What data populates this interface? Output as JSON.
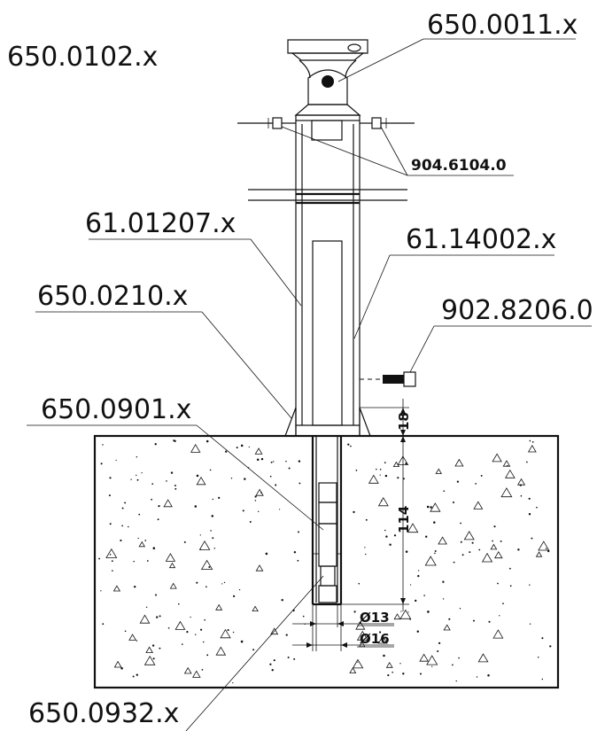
{
  "labels": {
    "title_ref": "650.0102.x",
    "head": "650.0011.x",
    "pins": "904.6104.0",
    "tube_outer": "61.01207.x",
    "tube_inner": "61.14002.x",
    "base_plate": "650.0210.x",
    "screw": "902.8206.0",
    "anchor": "650.0901.x",
    "sleeve": "650.0932.x"
  },
  "dimensions": {
    "top_gap": "18",
    "depth": "114",
    "inner_diameter": "Ø13",
    "outer_diameter": "Ø16"
  },
  "colors": {
    "line": "#111111",
    "background": "#ffffff"
  }
}
